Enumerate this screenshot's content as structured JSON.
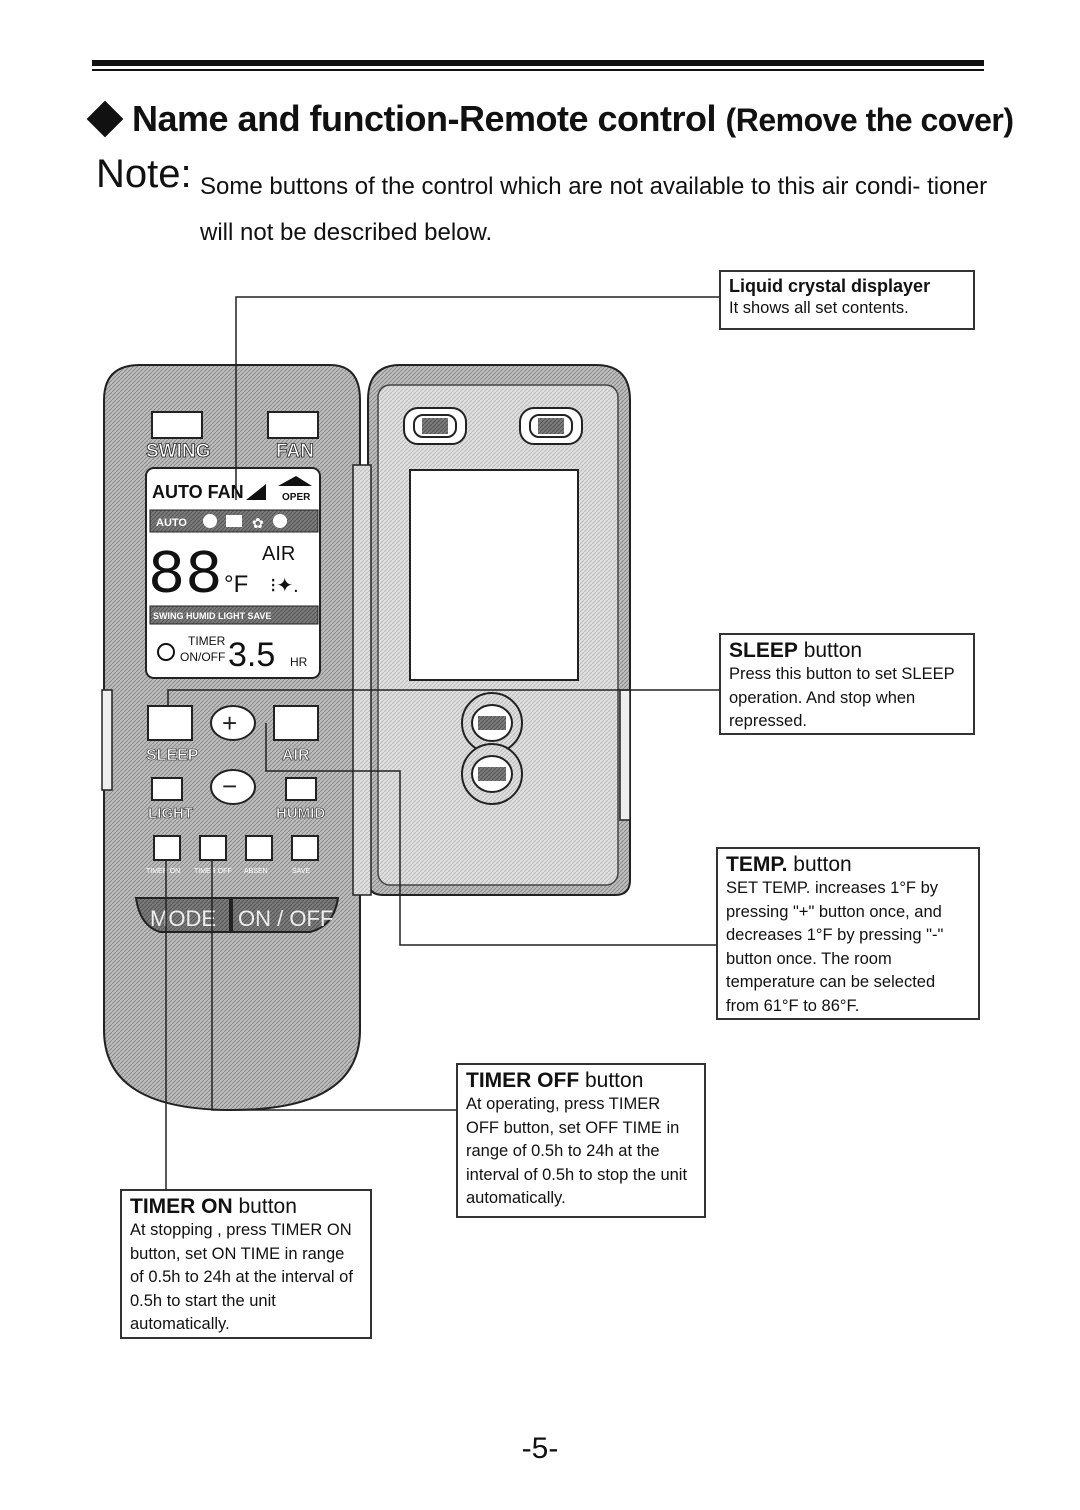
{
  "header": {
    "title": "Name and function-Remote control",
    "subtitle": "(Remove the cover)"
  },
  "note": {
    "label": "Note:",
    "text": "Some buttons of the control which are not available to this air condi- tioner will not be described below."
  },
  "remote": {
    "swing_label": "SWING",
    "fan_label": "FAN",
    "lcd": {
      "auto_fan": "AUTO FAN",
      "oper": "OPER",
      "auto_small": "AUTO",
      "digits": "88",
      "unit": "°F",
      "air": "AIR",
      "swing_humid_light_save": "SWING HUMID LIGHT SAVE",
      "timer": "TIMER",
      "onoff": "ON/OFF",
      "timer_value": "3.5",
      "hr": "HR"
    },
    "sleep_label": "SLEEP",
    "air_label": "AIR",
    "light_label": "LIGHT",
    "humid_label": "HUMID",
    "small_labels": [
      "TIMER ON",
      "TIMER OFF",
      "ABSEN",
      "SAVE"
    ],
    "mode_label": "MODE",
    "onoff_label": "ON / OFF",
    "plus": "+",
    "minus": "−"
  },
  "callouts": {
    "lcd": {
      "title": "Liquid crystal displayer",
      "body": "It shows all set contents."
    },
    "sleep": {
      "title_bold": "SLEEP",
      "title_rest": " button",
      "body": "Press this button to set SLEEP operation. And stop when repressed."
    },
    "temp": {
      "title_bold": "TEMP.",
      "title_rest": " button",
      "body": "SET TEMP. increases 1°F by pressing \"+\" button once, and decreases 1°F by pressing \"-\" button once. The room temperature can be selected from 61°F to 86°F."
    },
    "timer_off": {
      "title_bold": "TIMER OFF",
      "title_rest": " button",
      "body": "At operating, press TIMER OFF button, set OFF TIME in range of 0.5h to 24h at the interval of 0.5h to stop the unit automatically."
    },
    "timer_on": {
      "title_bold": "TIMER ON",
      "title_rest": " button",
      "body": "At stopping , press TIMER ON button, set ON TIME in range of 0.5h to 24h at the interval of 0.5h to start the unit automatically."
    }
  },
  "page_number": "-5-"
}
